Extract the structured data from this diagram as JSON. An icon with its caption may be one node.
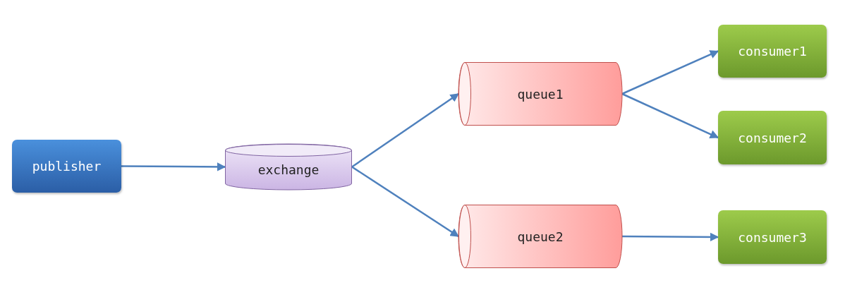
{
  "diagram": {
    "nodes": [
      {
        "text": [
          "publisher"
        ]
      },
      {
        "text": [
          "exchange"
        ]
      },
      {
        "text": [
          "queue1"
        ]
      },
      {
        "text": [
          "queue2"
        ]
      },
      {
        "text": [
          "consumer1"
        ]
      },
      {
        "text": [
          "consumer2"
        ]
      },
      {
        "text": [
          "consumer3"
        ]
      }
    ],
    "edges": [
      {
        "from": 0,
        "to": 1,
        "arrow": "to"
      },
      {
        "from": 1,
        "to": 2,
        "arrow": "to"
      },
      {
        "from": 1,
        "to": 3,
        "arrow": "to"
      },
      {
        "from": 2,
        "to": 4,
        "arrow": "to"
      },
      {
        "from": 2,
        "to": 5,
        "arrow": "to"
      },
      {
        "from": 3,
        "to": 6,
        "arrow": "to"
      }
    ]
  }
}
